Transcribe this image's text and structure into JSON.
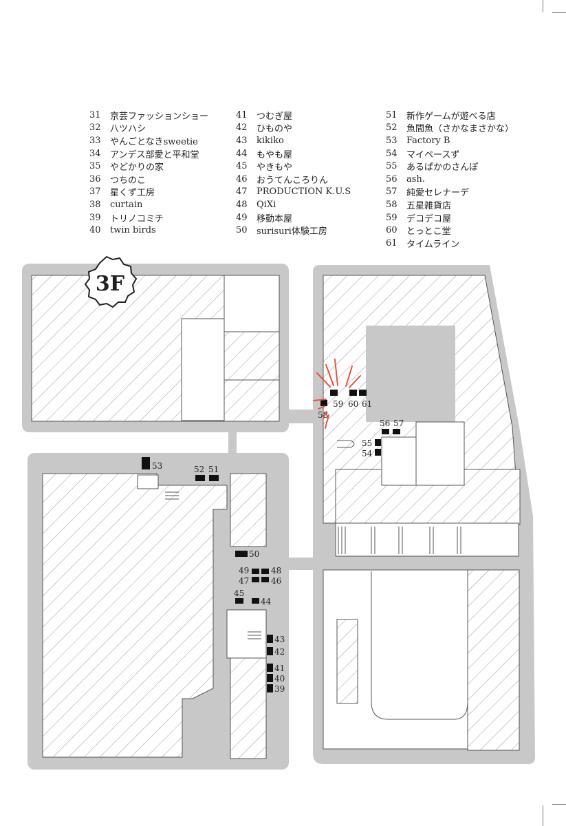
{
  "floor_label": "3F",
  "legend": [
    [
      {
        "num": "31",
        "name": "京芸ファッションショー"
      },
      {
        "num": "32",
        "name": "八ツハシ"
      },
      {
        "num": "33",
        "name": "やんごとなきsweetie"
      },
      {
        "num": "34",
        "name": "アンデス部愛と平和堂"
      },
      {
        "num": "35",
        "name": "やどかりの家"
      },
      {
        "num": "36",
        "name": "つちのこ"
      },
      {
        "num": "37",
        "name": "星くず工房"
      },
      {
        "num": "38",
        "name": "curtain"
      },
      {
        "num": "39",
        "name": "トリノコミチ"
      },
      {
        "num": "40",
        "name": "twin birds"
      }
    ],
    [
      {
        "num": "41",
        "name": "つむぎ屋"
      },
      {
        "num": "42",
        "name": "ひものや"
      },
      {
        "num": "43",
        "name": "kikiko"
      },
      {
        "num": "44",
        "name": "もやも屋"
      },
      {
        "num": "45",
        "name": "やきもや"
      },
      {
        "num": "46",
        "name": "おうてんころりん"
      },
      {
        "num": "47",
        "name": "PRODUCTION K.U.S"
      },
      {
        "num": "48",
        "name": "QiXi"
      },
      {
        "num": "49",
        "name": "移動本屋"
      },
      {
        "num": "50",
        "name": "surisuri体験工房"
      }
    ],
    [
      {
        "num": "51",
        "name": "新作ゲームが遊べる店"
      },
      {
        "num": "52",
        "name": "魚間魚（さかなまさかな）"
      },
      {
        "num": "53",
        "name": "Factory B"
      },
      {
        "num": "54",
        "name": "マイペースず"
      },
      {
        "num": "55",
        "name": "あるぱかのさんぽ"
      },
      {
        "num": "56",
        "name": "ash."
      },
      {
        "num": "57",
        "name": "純愛セレナーデ"
      },
      {
        "num": "58",
        "name": "五星雑貨店"
      },
      {
        "num": "59",
        "name": "デコデコ屋"
      },
      {
        "num": "60",
        "name": "とっとこ堂"
      },
      {
        "num": "61",
        "name": "タイムライン"
      }
    ]
  ],
  "booth_labels": [
    "39",
    "40",
    "41",
    "42",
    "43",
    "44",
    "45",
    "46",
    "47",
    "48",
    "49",
    "50",
    "51",
    "52",
    "53",
    "54",
    "55",
    "56",
    "57",
    "58",
    "59",
    "60",
    "61"
  ],
  "colors": {
    "corridor": "#c8c8c8",
    "hatch": "#9a9a9a",
    "booth": "#111111",
    "highlight": "#e8533a",
    "text": "#231f20"
  }
}
